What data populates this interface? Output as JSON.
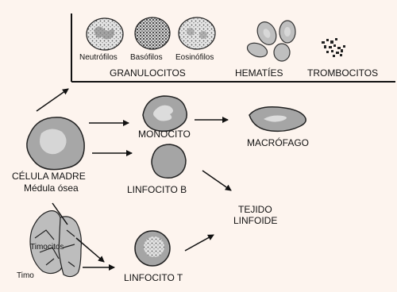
{
  "granulocytes": {
    "group_label": "GRANULOCITOS",
    "neutrofilos": "Neutrófilos",
    "basofilos": "Basófilos",
    "eosinofilos": "Eosinófilos"
  },
  "hematies": "HEMATÍES",
  "trombocitos": "TROMBOCITOS",
  "stem_cell": {
    "name": "CÉLULA MADRE",
    "origin": "Médula ósea"
  },
  "monocito": "MONOCITO",
  "macrofago": "MACRÓFAGO",
  "linfocito_b": "LINFOCITO B",
  "tejido_linfoide": {
    "line1": "TEJIDO",
    "line2": "LINFOIDE"
  },
  "timocitos": "Timocitos",
  "timo": "Timo",
  "linfocito_t": "LINFOCITO T",
  "colors": {
    "background": "#fdf4ee",
    "cell_fill": "#a9a9a9",
    "nucleus_fill": "#d8d8d8",
    "outline": "#222222"
  }
}
